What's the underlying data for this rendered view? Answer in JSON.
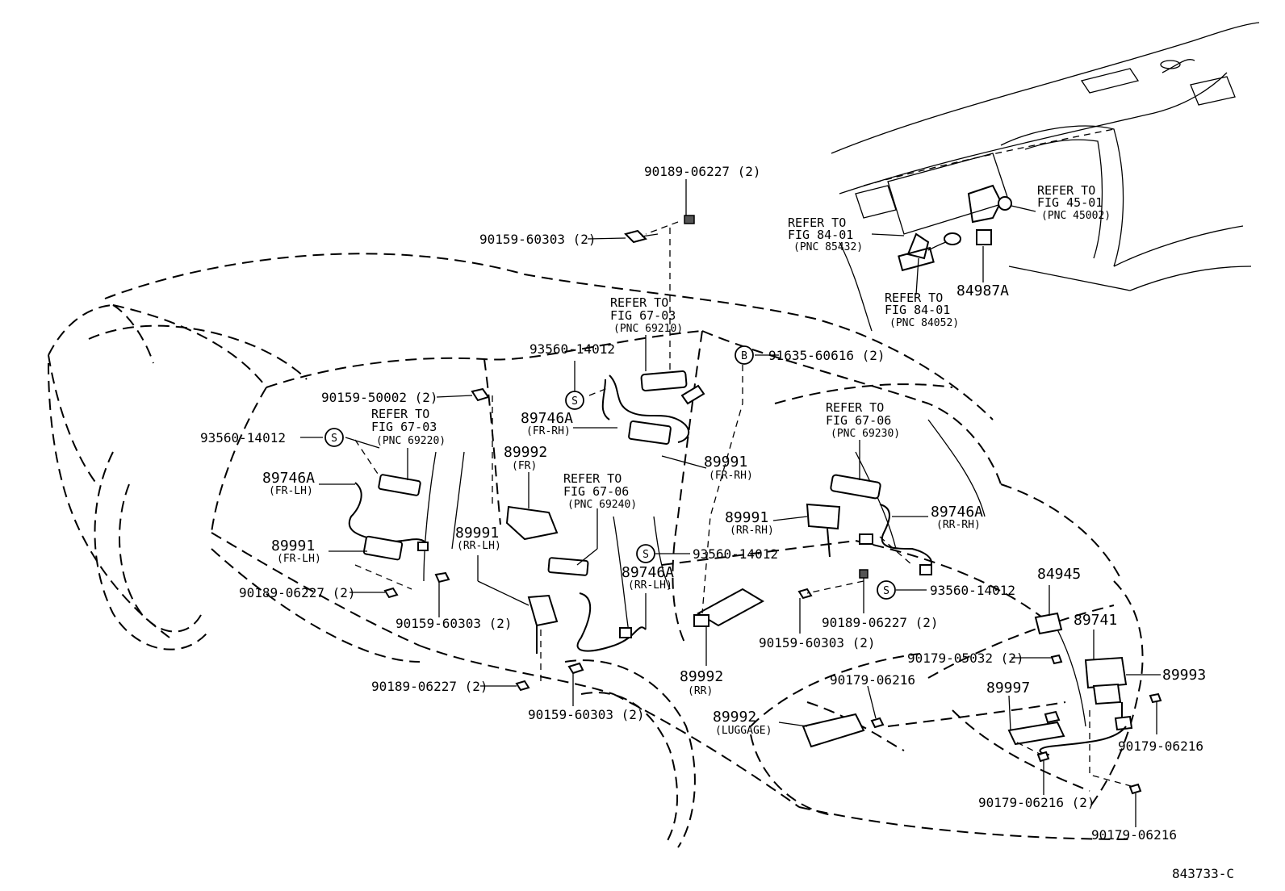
{
  "callouts": {
    "c1": {
      "text": "90189-06227 (2)"
    },
    "c2": {
      "text": "90159-60303 (2)"
    },
    "c3": {
      "lines": [
        "REFER TO",
        "FIG 67-03",
        "(PNC 69210)"
      ]
    },
    "c4": {
      "text": "93560-14012"
    },
    "c5": {
      "text": "91635-60616 (2)",
      "symbol": "B"
    },
    "c6": {
      "text": "90159-50002 (2)"
    },
    "c7": {
      "lines": [
        "89746A",
        "(FR-RH)"
      ]
    },
    "c8": {
      "lines": [
        "REFER TO",
        "FIG 67-03",
        "(PNC 69220)"
      ]
    },
    "c9": {
      "text": "93560-14012",
      "symbol": "S"
    },
    "c10": {
      "lines": [
        "89991",
        "(FR-RH)"
      ]
    },
    "c11": {
      "lines": [
        "89992",
        "(FR)"
      ]
    },
    "c12": {
      "lines": [
        "REFER TO",
        "FIG 67-06",
        "(PNC 69230)"
      ]
    },
    "c13": {
      "lines": [
        "89746A",
        "(FR-LH)"
      ]
    },
    "c14": {
      "lines": [
        "REFER TO",
        "FIG 67-06",
        "(PNC 69240)"
      ]
    },
    "c15": {
      "lines": [
        "89991",
        "(RR-RH)"
      ]
    },
    "c16": {
      "lines": [
        "89746A",
        "(RR-RH)"
      ]
    },
    "c17": {
      "lines": [
        "89991",
        "(FR-LH)"
      ]
    },
    "c18": {
      "lines": [
        "89991",
        "(RR-LH)"
      ]
    },
    "c19": {
      "text": "93560-14012",
      "symbol": "S"
    },
    "c20": {
      "lines": [
        "89746A",
        "(RR-LH)"
      ]
    },
    "c21": {
      "text": "93560-14012",
      "symbol": "S"
    },
    "c22": {
      "text": "84945"
    },
    "c23": {
      "text": "90189-06227 (2)"
    },
    "c24": {
      "text": "90159-60303 (2)"
    },
    "c25": {
      "text": "90189-06227 (2)"
    },
    "c26": {
      "text": "89741"
    },
    "c27": {
      "text": "90159-60303 (2)"
    },
    "c28": {
      "text": "90179-05032 (2)"
    },
    "c29": {
      "text": "89993"
    },
    "c30": {
      "text": "90189-06227 (2)"
    },
    "c31": {
      "lines": [
        "89992",
        "(RR)"
      ]
    },
    "c32": {
      "text": "90179-06216"
    },
    "c33": {
      "text": "89997"
    },
    "c34": {
      "text": "90159-60303 (2)"
    },
    "c35": {
      "lines": [
        "89992",
        "(LUGGAGE)"
      ]
    },
    "c36": {
      "text": "90179-06216"
    },
    "c37": {
      "text": "90179-06216 (2)"
    },
    "c38": {
      "text": "90179-06216"
    },
    "c39": {
      "lines": [
        "REFER TO",
        "FIG 84-01",
        "(PNC 85432)"
      ]
    },
    "c40": {
      "lines": [
        "REFER TO",
        "FIG 45-01",
        "(PNC 45002)"
      ]
    },
    "c41": {
      "lines": [
        "REFER TO",
        "FIG 84-01",
        "(PNC 84052)"
      ]
    },
    "c42": {
      "text": "84987A"
    }
  },
  "figure_id": "843733-C"
}
